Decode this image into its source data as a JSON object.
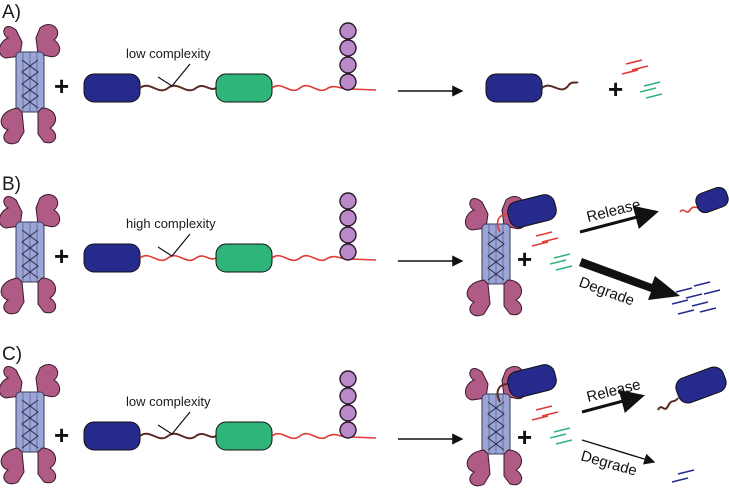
{
  "colors": {
    "blue_domain": "#262a8c",
    "green_domain": "#2fb57a",
    "red_linker": "#e03a34",
    "brown_linker": "#5b2a24",
    "ubiquitin": "#b98ac7",
    "proteasome_core": "#9ca6d6",
    "proteasome_cap": "#b05a86",
    "fragment_red": "#e03a34",
    "fragment_green": "#2fb57a",
    "fragment_blue": "#262a8c"
  },
  "panels": [
    {
      "label": "A)",
      "linker_note": "low complexity",
      "plus": "+",
      "product_plus": "+"
    },
    {
      "label": "B)",
      "linker_note": "high complexity",
      "plus": "+",
      "product_plus": "+",
      "release_label": "Release",
      "degrade_label": "Degrade"
    },
    {
      "label": "C)",
      "linker_note": "low complexity",
      "plus": "+",
      "product_plus": "+",
      "release_label": "Release",
      "degrade_label": "Degrade"
    }
  ],
  "icons": {
    "proteasome": "proteasome-icon",
    "ubiquitin_chain": "ubiquitin-chain-icon",
    "peptide_fragments": "peptide-fragments-icon"
  }
}
